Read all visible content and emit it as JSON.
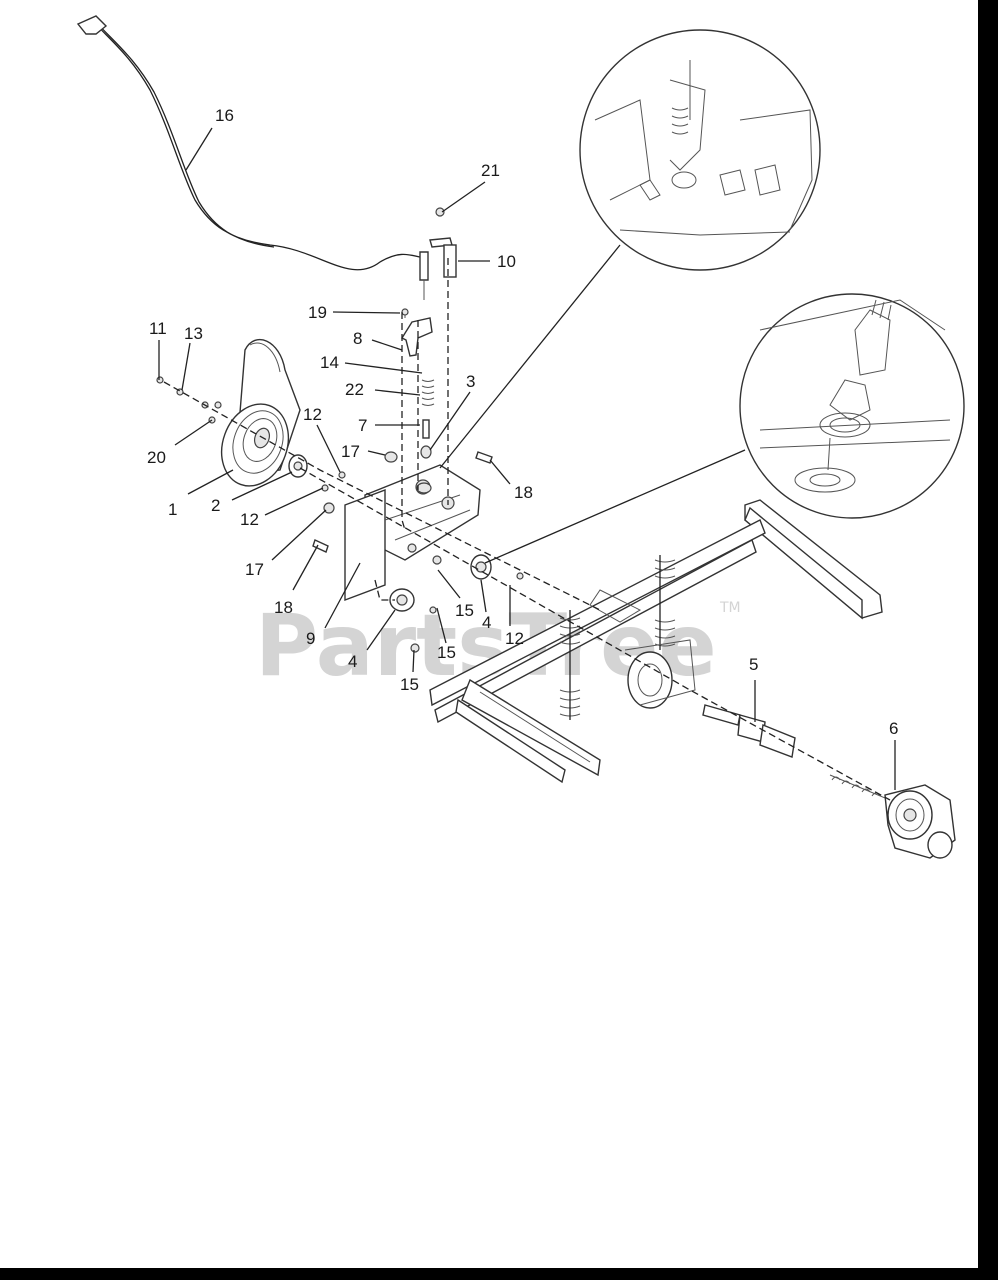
{
  "watermark": {
    "brand": "PartsTree",
    "trademark": "TM"
  },
  "callouts": [
    {
      "id": "16",
      "text": "16"
    },
    {
      "id": "21",
      "text": "21"
    },
    {
      "id": "10",
      "text": "10"
    },
    {
      "id": "19",
      "text": "19"
    },
    {
      "id": "8",
      "text": "8"
    },
    {
      "id": "11",
      "text": "11"
    },
    {
      "id": "13",
      "text": "13"
    },
    {
      "id": "14",
      "text": "14"
    },
    {
      "id": "22",
      "text": "22"
    },
    {
      "id": "3",
      "text": "3"
    },
    {
      "id": "12a",
      "text": "12"
    },
    {
      "id": "7",
      "text": "7"
    },
    {
      "id": "17a",
      "text": "17"
    },
    {
      "id": "20",
      "text": "20"
    },
    {
      "id": "18a",
      "text": "18"
    },
    {
      "id": "1",
      "text": "1"
    },
    {
      "id": "2",
      "text": "2"
    },
    {
      "id": "12b",
      "text": "12"
    },
    {
      "id": "17b",
      "text": "17"
    },
    {
      "id": "18b",
      "text": "18"
    },
    {
      "id": "9",
      "text": "9"
    },
    {
      "id": "15a",
      "text": "15"
    },
    {
      "id": "4a",
      "text": "4"
    },
    {
      "id": "12c",
      "text": "12"
    },
    {
      "id": "4b",
      "text": "4"
    },
    {
      "id": "15b",
      "text": "15"
    },
    {
      "id": "15c",
      "text": "15"
    },
    {
      "id": "5",
      "text": "5"
    },
    {
      "id": "6",
      "text": "6"
    }
  ],
  "colors": {
    "background": "#ffffff",
    "ink": "#222222",
    "watermark": "#d4d4d4",
    "frame": "#000000"
  }
}
